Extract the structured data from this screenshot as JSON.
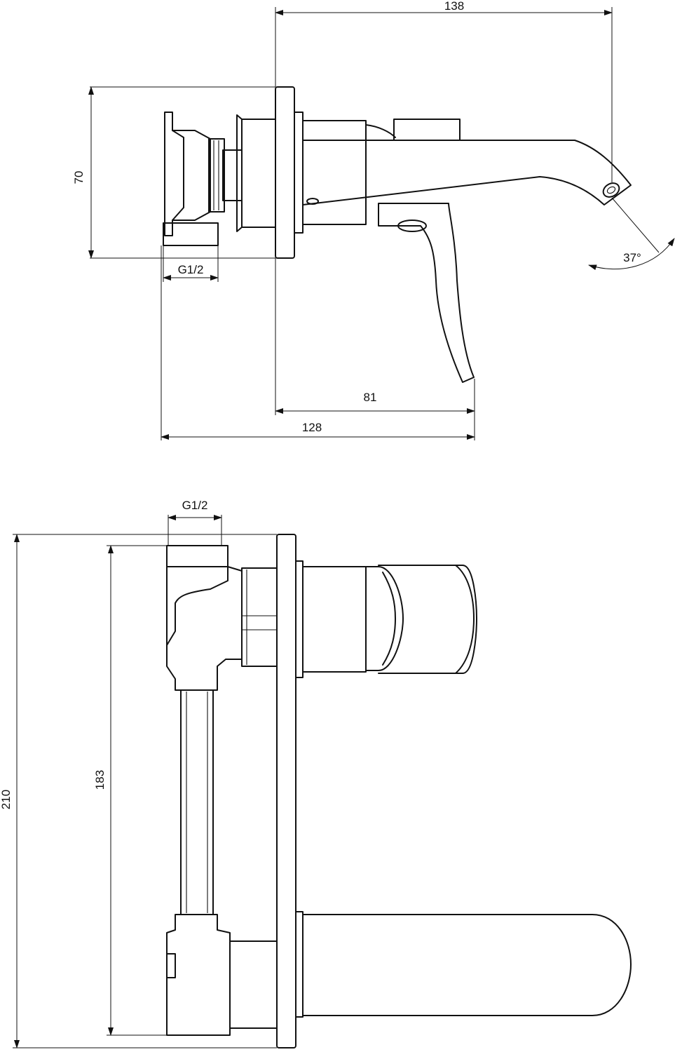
{
  "colors": {
    "line": "#111111",
    "background": "#ffffff"
  },
  "top_view": {
    "dim_overall_width": "138",
    "dim_height": "70",
    "dim_connection": "G1/2",
    "dim_angle": "37°",
    "dim_reach_to_handle": "81",
    "dim_depth": "128"
  },
  "front_view": {
    "dim_connection": "G1/2",
    "dim_overall_height": "210",
    "dim_inlet_to_outlet": "183"
  }
}
